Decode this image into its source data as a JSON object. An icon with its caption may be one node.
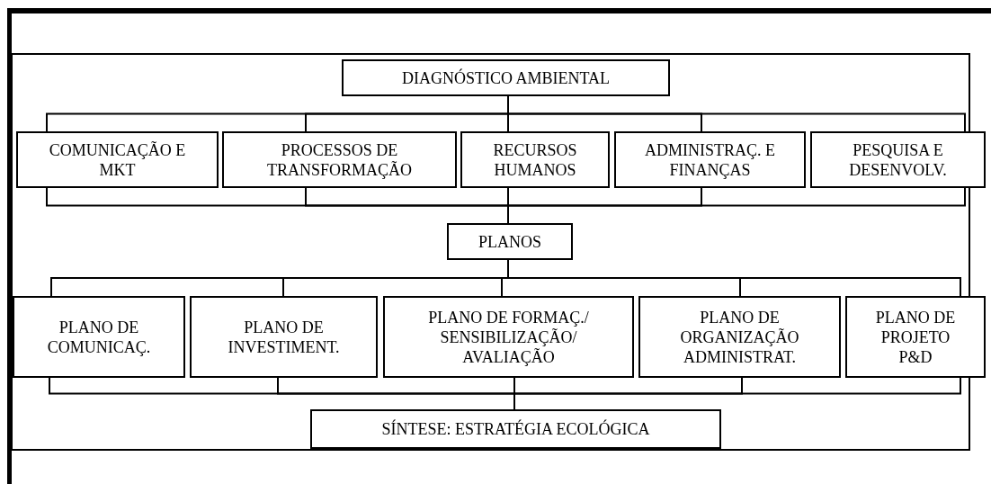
{
  "diagram": {
    "nodes": [
      {
        "text": [
          "DIAGNÓSTICO AMBIENTAL"
        ]
      },
      {
        "text": [
          "COMUNICAÇÃO E MKT"
        ]
      },
      {
        "text": [
          "PROCESSOS DE TRANSFORMAÇÃO"
        ]
      },
      {
        "text": [
          "RECURSOS HUMANOS"
        ]
      },
      {
        "text": [
          "ADMINISTRAÇ. E FINANÇAS"
        ]
      },
      {
        "text": [
          "PESQUISA E DESENVOLV."
        ]
      },
      {
        "text": [
          "PLANOS"
        ]
      },
      {
        "text": [
          "PLANO DE COMUNICAÇ."
        ]
      },
      {
        "text": [
          "PLANO DE INVESTIMENT."
        ]
      },
      {
        "text": [
          "PLANO DE FORMAÇ./ SENSIBILIZAÇÃO/ AVALIAÇÃO"
        ]
      },
      {
        "text": [
          "PLANO DE ORGANIZAÇÃO ADMINISTRAT."
        ]
      },
      {
        "text": [
          "PLANO DE PROJETO P&D"
        ]
      },
      {
        "text": [
          "SÍNTESE: ESTRATÉGIA ECOLÓGICA"
        ]
      }
    ],
    "edges": [
      {
        "from": 0,
        "to": 1,
        "arrow": "none"
      },
      {
        "from": 0,
        "to": 2,
        "arrow": "none"
      },
      {
        "from": 0,
        "to": 3,
        "arrow": "none"
      },
      {
        "from": 0,
        "to": 4,
        "arrow": "none"
      },
      {
        "from": 0,
        "to": 5,
        "arrow": "none"
      },
      {
        "from": 1,
        "to": 6,
        "arrow": "none"
      },
      {
        "from": 2,
        "to": 6,
        "arrow": "none"
      },
      {
        "from": 3,
        "to": 6,
        "arrow": "none"
      },
      {
        "from": 4,
        "to": 6,
        "arrow": "none"
      },
      {
        "from": 5,
        "to": 6,
        "arrow": "none"
      },
      {
        "from": 6,
        "to": 7,
        "arrow": "none"
      },
      {
        "from": 6,
        "to": 8,
        "arrow": "none"
      },
      {
        "from": 6,
        "to": 9,
        "arrow": "none"
      },
      {
        "from": 6,
        "to": 10,
        "arrow": "none"
      },
      {
        "from": 6,
        "to": 11,
        "arrow": "none"
      },
      {
        "from": 7,
        "to": 12,
        "arrow": "none"
      },
      {
        "from": 8,
        "to": 12,
        "arrow": "none"
      },
      {
        "from": 9,
        "to": 12,
        "arrow": "none"
      },
      {
        "from": 10,
        "to": 12,
        "arrow": "none"
      },
      {
        "from": 11,
        "to": 12,
        "arrow": "none"
      }
    ]
  }
}
